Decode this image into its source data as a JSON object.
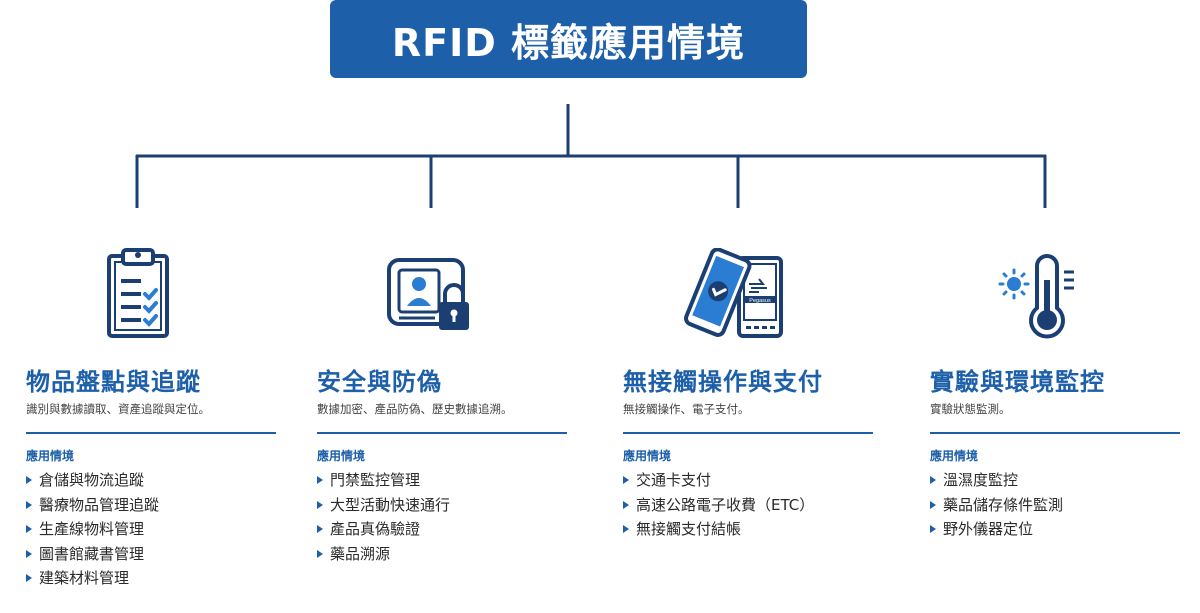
{
  "title": "RFID 標籤應用情境",
  "colors": {
    "primary": "#1d5fa8",
    "icon_dark": "#1b3f73",
    "icon_accent": "#2b7cd3",
    "text": "#2a2a2a"
  },
  "columns": [
    {
      "icon": "clipboard-checklist-icon",
      "heading": "物品盤點與追蹤",
      "description": "識別與數據讀取、資產追蹤與定位。",
      "subheading": "應用情境",
      "items": [
        "倉儲與物流追蹤",
        "醫療物品管理追蹤",
        "生產線物料管理",
        "圖書館藏書管理",
        "建築材料管理"
      ]
    },
    {
      "icon": "id-card-lock-icon",
      "heading": "安全與防偽",
      "description": "數據加密、產品防偽、歷史數據追溯。",
      "subheading": "應用情境",
      "items": [
        "門禁監控管理",
        "大型活動快速通行",
        "產品真偽驗證",
        "藥品溯源"
      ]
    },
    {
      "icon": "contactless-card-phone-icon",
      "heading": "無接觸操作與支付",
      "description": "無接觸操作、電子支付。",
      "subheading": "應用情境",
      "items": [
        "交通卡支付",
        "高速公路電子收費（ETC）",
        "無接觸支付結帳"
      ],
      "card_logo_text": "Pegasus"
    },
    {
      "icon": "sun-thermometer-icon",
      "heading": "實驗與環境監控",
      "description": "實驗狀態監測。",
      "subheading": "應用情境",
      "items": [
        "溫濕度監控",
        "藥品儲存條件監測",
        "野外儀器定位"
      ]
    }
  ]
}
